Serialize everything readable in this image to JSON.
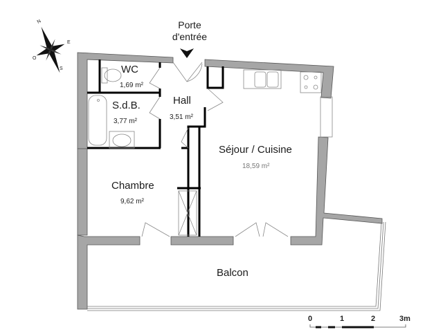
{
  "entrance": {
    "line1": "Porte",
    "line2": "d'entrée"
  },
  "rooms": {
    "wc": {
      "name": "WC",
      "area": "1,69 m²"
    },
    "sdb": {
      "name": "S.d.B.",
      "area": "3,77 m²"
    },
    "hall": {
      "name": "Hall",
      "area": "3,51 m²"
    },
    "sejour": {
      "name": "Séjour / Cuisine",
      "area": "18,59 m²"
    },
    "chambre": {
      "name": "Chambre",
      "area": "9,62 m²"
    },
    "balcon": {
      "name": "Balcon"
    }
  },
  "compass": {
    "n": "N",
    "e": "E",
    "s": "S",
    "o": "O"
  },
  "scale": {
    "ticks": [
      "0",
      "1",
      "2",
      "3m"
    ]
  },
  "colors": {
    "wall": "#a6a6a6",
    "wall_outline": "#555555",
    "partition": "#000000",
    "fixture": "#888888"
  }
}
